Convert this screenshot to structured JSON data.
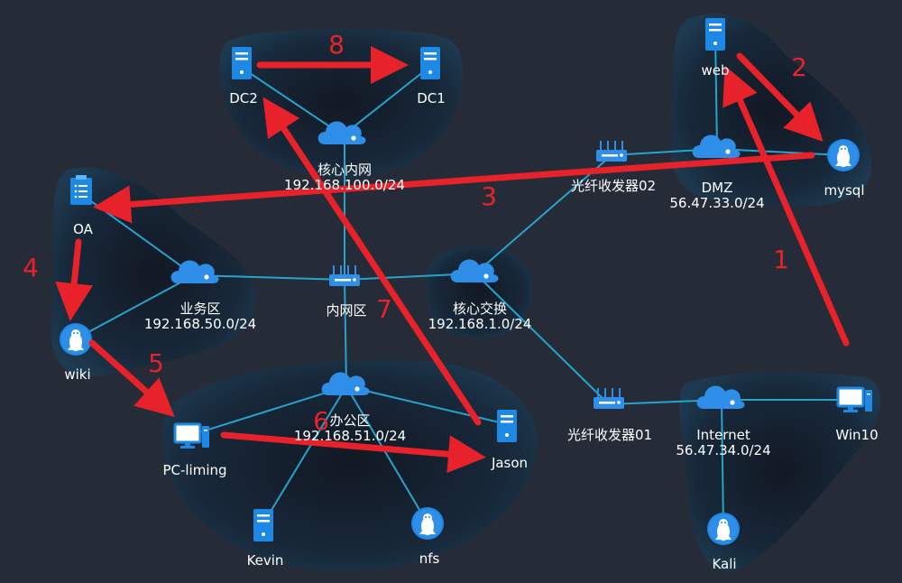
{
  "colors": {
    "background": "#262b38",
    "link": "#27a3cc",
    "node": "#1e88e5",
    "arrow": "#e8222a",
    "label": "#ffffff"
  },
  "nodes": {
    "dc2": {
      "label": "DC2",
      "icon": "server-icon"
    },
    "dc1": {
      "label": "DC1",
      "icon": "server-icon"
    },
    "core_net": {
      "label": "核心内网",
      "sub": "192.168.100.0/24",
      "icon": "cloud-icon"
    },
    "web": {
      "label": "web",
      "icon": "server-icon"
    },
    "mysql": {
      "label": "mysql",
      "icon": "linux-icon"
    },
    "dmz": {
      "label": "DMZ",
      "sub": "56.47.33.0/24",
      "icon": "cloud-icon"
    },
    "fiber02": {
      "label": "光纤收发器02",
      "icon": "router-icon"
    },
    "oa": {
      "label": "OA",
      "icon": "document-icon"
    },
    "business": {
      "label": "业务区",
      "sub": "192.168.50.0/24",
      "icon": "cloud-icon"
    },
    "intranet": {
      "label": "内网区",
      "icon": "router-icon"
    },
    "core_switch": {
      "label": "核心交换",
      "sub": "192.168.1.0/24",
      "icon": "cloud-icon"
    },
    "wiki": {
      "label": "wiki",
      "icon": "linux-icon"
    },
    "office": {
      "label": "办公区",
      "sub": "192.168.51.0/24",
      "icon": "cloud-icon"
    },
    "pc_liming": {
      "label": "PC-liming",
      "icon": "desktop-icon"
    },
    "jason": {
      "label": "Jason",
      "icon": "server-icon"
    },
    "kevin": {
      "label": "Kevin",
      "icon": "server-icon"
    },
    "nfs": {
      "label": "nfs",
      "icon": "linux-icon"
    },
    "fiber01": {
      "label": "光纤收发器01",
      "icon": "router-icon"
    },
    "internet": {
      "label": "Internet",
      "sub": "56.47.34.0/24",
      "icon": "cloud-icon"
    },
    "win10": {
      "label": "Win10",
      "icon": "desktop-icon"
    },
    "kali": {
      "label": "Kali",
      "icon": "linux-icon"
    }
  },
  "steps": [
    "1",
    "2",
    "3",
    "4",
    "5",
    "6",
    "7",
    "8"
  ]
}
